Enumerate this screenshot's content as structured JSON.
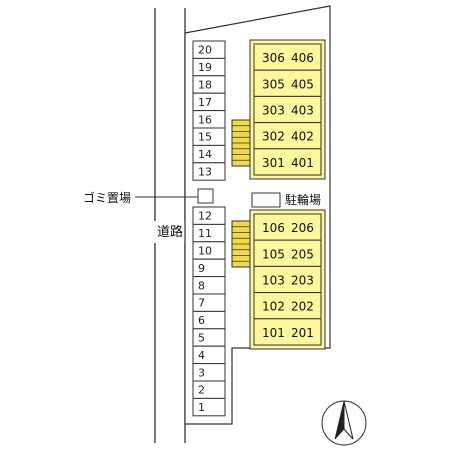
{
  "labels": {
    "road": "道路",
    "garbage": "ゴミ置場",
    "bicycle_parking": "駐輪場"
  },
  "parking_spaces": [
    "20",
    "19",
    "18",
    "17",
    "16",
    "15",
    "14",
    "13",
    "12",
    "11",
    "10",
    "9",
    "8",
    "7",
    "6",
    "5",
    "4",
    "3",
    "2",
    "1"
  ],
  "upper_units": [
    {
      "left": "306",
      "right": "406"
    },
    {
      "left": "305",
      "right": "405"
    },
    {
      "left": "303",
      "right": "403"
    },
    {
      "left": "302",
      "right": "402"
    },
    {
      "left": "301",
      "right": "401"
    }
  ],
  "lower_units": [
    {
      "left": "106",
      "right": "206"
    },
    {
      "left": "105",
      "right": "205"
    },
    {
      "left": "103",
      "right": "203"
    },
    {
      "left": "102",
      "right": "202"
    },
    {
      "left": "101",
      "right": "201"
    }
  ],
  "colors": {
    "unit_fill": "#fff79e",
    "stair_fill": "#f2d94a",
    "line": "#333333"
  },
  "compass_icon": "north-arrow-icon"
}
